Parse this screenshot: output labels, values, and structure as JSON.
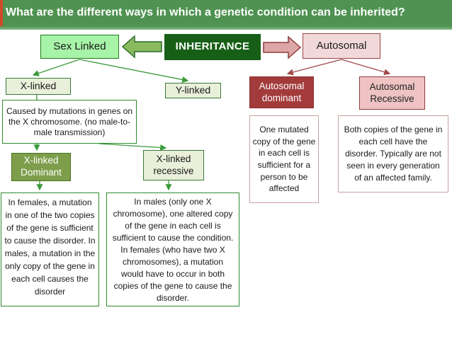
{
  "header": {
    "title": "What are the different ways in which a genetic condition can be inherited?"
  },
  "root": {
    "label": "INHERITANCE"
  },
  "branches": {
    "sex_linked": {
      "label": "Sex Linked"
    },
    "autosomal": {
      "label": "Autosomal"
    }
  },
  "sex": {
    "x_linked": {
      "label": "X-linked",
      "note": "Caused by mutations in genes on the X chromosome. (no male-to-male transmission)"
    },
    "y_linked": {
      "label": "Y-linked"
    },
    "x_dominant": {
      "label": "X-linked Dominant",
      "desc": "In females, a mutation in one of the two copies of the gene is sufficient to cause the disorder. In males, a mutation in the only copy of the gene in each cell causes the disorder"
    },
    "x_recessive": {
      "label": "X-linked recessive",
      "desc": "In males (only one X chromosome), one altered copy of the gene in each cell is sufficient to cause the condition. In females (who have two X chromosomes), a mutation would have to occur in both copies of the gene to cause the disorder."
    }
  },
  "auto": {
    "dominant": {
      "label": "Autosomal dominant",
      "desc": "One mutated copy of the gene in each cell is sufficient for a person to be affected"
    },
    "recessive": {
      "label": "Autosomal Recessive",
      "desc": "Both copies of the gene in each cell have the disorder. Typically are not seen in every generation of an affected family."
    }
  },
  "colors": {
    "header_bg": "#4f9251",
    "header_accent": "#cf4a28",
    "root_bg": "#175f17",
    "sex_linked_bg": "#a7f3a7",
    "pale_green_bg": "#e9efd9",
    "olive_bg": "#7e9e4b",
    "autosomal_bg": "#f2d9d9",
    "dark_red_bg": "#a33b3b",
    "light_pink_bg": "#efc3c3",
    "green_connector": "#3a9a3a",
    "red_connector": "#a34a4a"
  }
}
